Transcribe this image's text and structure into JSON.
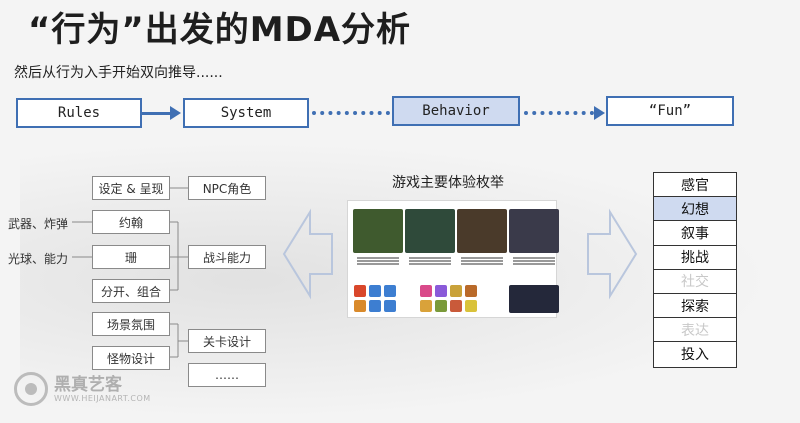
{
  "slide": {
    "title": "“行为”出发的MDA分析",
    "subtitle": "然后从行为入手开始双向推导......"
  },
  "flow": {
    "rules": "Rules",
    "system": "System",
    "behavior": "Behavior",
    "fun": "“Fun”"
  },
  "mechanics": {
    "left_labels": [
      "武器、炸弹",
      "光球、能力"
    ],
    "col1": [
      "设定 & 呈现",
      "约翰",
      "珊",
      "分开、组合",
      "场景氛围",
      "怪物设计"
    ],
    "col2": [
      "NPC角色",
      "战斗能力",
      "关卡设计",
      "……"
    ]
  },
  "experience_panel": {
    "title": "游戏主要体验枚举"
  },
  "categories": [
    {
      "label": "感官",
      "state": "normal"
    },
    {
      "label": "幻想",
      "state": "highlight"
    },
    {
      "label": "叙事",
      "state": "normal"
    },
    {
      "label": "挑战",
      "state": "normal"
    },
    {
      "label": "社交",
      "state": "dim"
    },
    {
      "label": "探索",
      "state": "normal"
    },
    {
      "label": "表达",
      "state": "dim"
    },
    {
      "label": "投入",
      "state": "normal"
    }
  ],
  "watermark": {
    "name": "黑真艺客",
    "url": "WWW.HEIJANART.COM"
  },
  "colors": {
    "accent": "#3f6fb3",
    "highlight": "#cfdaf0"
  }
}
